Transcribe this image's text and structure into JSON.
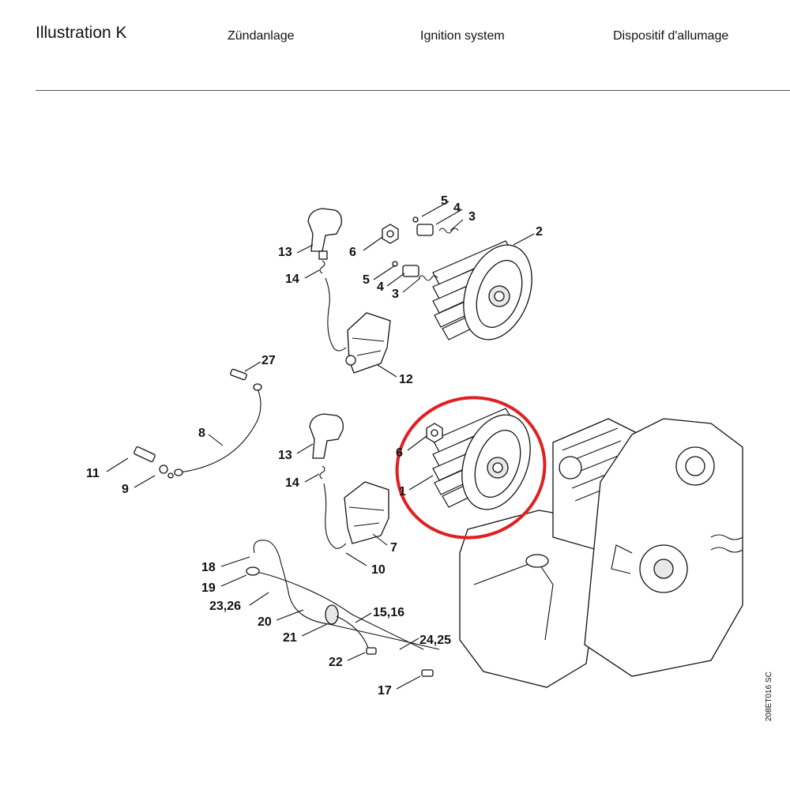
{
  "header": {
    "title": "Illustration  K",
    "title_de": "Zündanlage",
    "title_en": "Ignition system",
    "title_fr": "Dispositif d'allumage"
  },
  "drawing_code": "208ET016 SC",
  "callouts": {
    "c1": "1",
    "c2": "2",
    "c3a": "3",
    "c3b": "3",
    "c4a": "4",
    "c4b": "4",
    "c5a": "5",
    "c5b": "5",
    "c6a": "6",
    "c6b": "6",
    "c7": "7",
    "c8": "8",
    "c9": "9",
    "c10": "10",
    "c11": "11",
    "c12": "12",
    "c13a": "13",
    "c13b": "13",
    "c14a": "14",
    "c14b": "14",
    "c15": "15,16",
    "c17": "17",
    "c18": "18",
    "c19": "19",
    "c20": "20",
    "c21": "21",
    "c22": "22",
    "c23": "23,26",
    "c24": "24,25",
    "c27": "27"
  },
  "highlight": {
    "color": "#e02020",
    "target": "1"
  }
}
